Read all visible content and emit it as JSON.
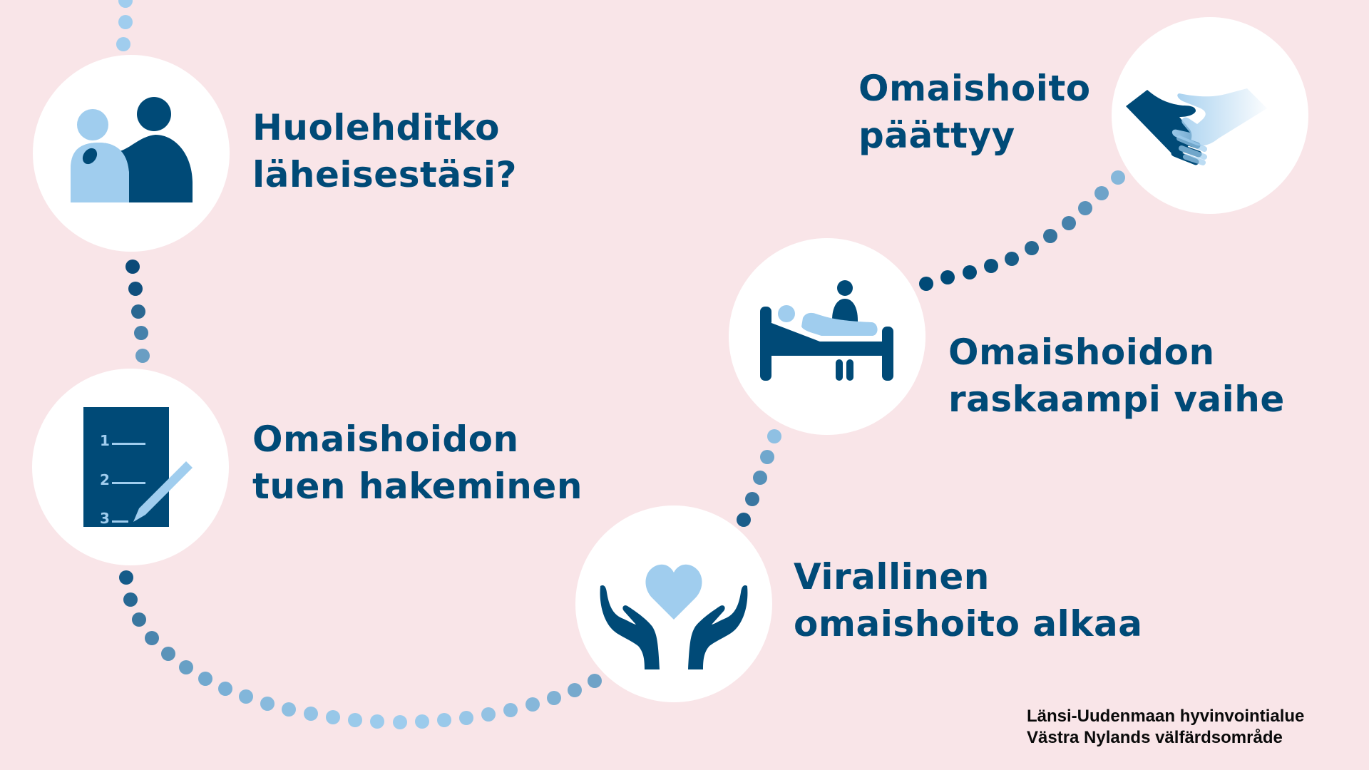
{
  "colors": {
    "background": "#f9e5e8",
    "circle": "#ffffff",
    "text_dark_blue": "#004a77",
    "icon_dark_blue": "#004a77",
    "icon_light_blue": "#a0cdee",
    "footer_text": "#0a0a0a"
  },
  "steps": [
    {
      "id": 1,
      "icon": "people-embrace-icon",
      "line1": "Huolehditko",
      "line2": "läheisestäsi?"
    },
    {
      "id": 2,
      "icon": "checklist-pen-icon",
      "line1": "Omaishoidon",
      "line2": "tuen hakeminen"
    },
    {
      "id": 3,
      "icon": "hands-heart-icon",
      "line1": "Virallinen",
      "line2": "omaishoito alkaa"
    },
    {
      "id": 4,
      "icon": "caregiver-bed-icon",
      "line1": "Omaishoidon",
      "line2": "raskaampi vaihe"
    },
    {
      "id": 5,
      "icon": "handshake-fading-icon",
      "line1": "Omaishoito",
      "line2": "päättyy"
    }
  ],
  "checklist": {
    "numbers": [
      "1",
      "2",
      "3"
    ]
  },
  "footer": {
    "line1": "Länsi-Uudenmaan hyvinvointialue",
    "line2": "Västra Nylands välfärdsområde"
  }
}
